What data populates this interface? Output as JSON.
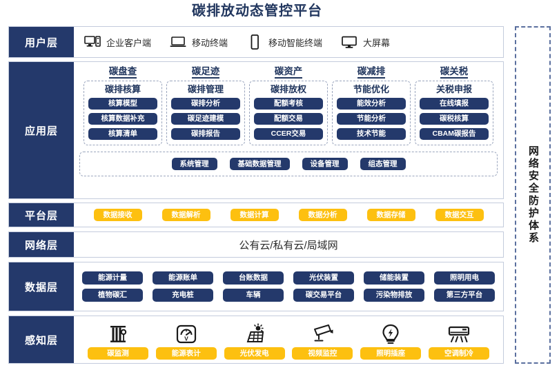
{
  "title": "碳排放动态管控平台",
  "colors": {
    "navy": "#24396b",
    "yellow": "#fdc010",
    "title_blue": "#21365e",
    "border": "#c3cbdc",
    "dashed": "#9aa5bd"
  },
  "security_column": {
    "label": "网络安全防护体系"
  },
  "layers": {
    "user": {
      "label": "用户层",
      "items": [
        {
          "icon": "desktop-tower-icon",
          "label": "企业客户端"
        },
        {
          "icon": "laptop-icon",
          "label": "移动终端"
        },
        {
          "icon": "smartphone-icon",
          "label": "移动智能终端"
        },
        {
          "icon": "monitor-icon",
          "label": "大屏幕"
        }
      ]
    },
    "application": {
      "label": "应用层",
      "groups": [
        {
          "title": "碳盘查",
          "sub": "碳排核算",
          "items": [
            "核算模型",
            "核算数据补充",
            "核算清单"
          ]
        },
        {
          "title": "碳足迹",
          "sub": "碳排管理",
          "items": [
            "碳排分析",
            "碳足迹建模",
            "碳排报告"
          ]
        },
        {
          "title": "碳资产",
          "sub": "碳排放权",
          "items": [
            "配额考核",
            "配额交易",
            "CCER交易"
          ]
        },
        {
          "title": "碳减排",
          "sub": "节能优化",
          "items": [
            "能效分析",
            "节能分析",
            "技术节能"
          ]
        },
        {
          "title": "碳关税",
          "sub": "关税申报",
          "items": [
            "在线填报",
            "碳税核算",
            "CBAM碳报告"
          ]
        }
      ],
      "management": [
        "系统管理",
        "基础数据管理",
        "设备管理",
        "组态管理"
      ]
    },
    "platform": {
      "label": "平台层",
      "items": [
        "数据接收",
        "数据解析",
        "数据计算",
        "数据分析",
        "数据存储",
        "数据交互"
      ]
    },
    "network": {
      "label": "网络层",
      "text": "公有云/私有云/局域网"
    },
    "data": {
      "label": "数据层",
      "row1": [
        "能源计量",
        "能源账单",
        "台账数据",
        "光伏装置",
        "储能装置",
        "照明用电"
      ],
      "row2": [
        "植物碳汇",
        "充电桩",
        "车辆",
        "碳交易平台",
        "污染物排放",
        "第三方平台"
      ]
    },
    "sense": {
      "label": "感知层",
      "items": [
        {
          "icon": "carbon-monitor-icon",
          "label": "碳监测"
        },
        {
          "icon": "energy-meter-icon",
          "label": "能源表计"
        },
        {
          "icon": "solar-panel-icon",
          "label": "光伏发电"
        },
        {
          "icon": "cctv-camera-icon",
          "label": "视频监控"
        },
        {
          "icon": "lightbulb-icon",
          "label": "照明插座"
        },
        {
          "icon": "air-conditioner-icon",
          "label": "空调制冷"
        }
      ]
    }
  }
}
